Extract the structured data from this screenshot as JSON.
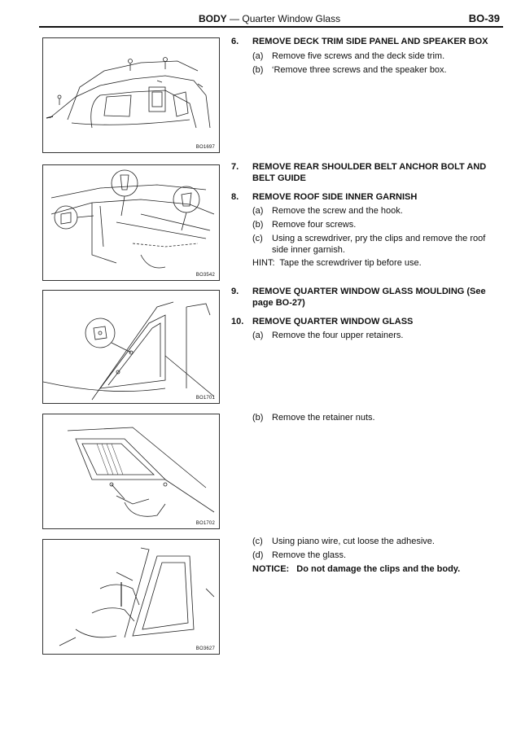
{
  "header": {
    "section": "BODY",
    "separator": "—",
    "subject": "Quarter Window Glass",
    "page": "BO-39"
  },
  "figures": [
    {
      "code": "BO1697"
    },
    {
      "code": "BO3542"
    },
    {
      "code": "BO1701"
    },
    {
      "code": "BO1702"
    },
    {
      "code": "BO3627"
    }
  ],
  "steps": [
    {
      "number": "6.",
      "title": "REMOVE DECK TRIM SIDE PANEL AND SPEAKER BOX",
      "items": [
        {
          "label": "(a)",
          "text": "Remove five screws and the deck side trim."
        },
        {
          "label": "(b)",
          "text": "‘Remove three screws and the speaker box."
        }
      ]
    },
    {
      "number": "7.",
      "title": "REMOVE REAR SHOULDER BELT ANCHOR BOLT AND BELT GUIDE"
    },
    {
      "number": "8.",
      "title": "REMOVE ROOF SIDE INNER GARNISH",
      "items": [
        {
          "label": "(a)",
          "text": "Remove the screw and the hook."
        },
        {
          "label": "(b)",
          "text": "Remove four screws."
        },
        {
          "label": "(c)",
          "text": "Using a screwdriver, pry the clips and remove the roof side inner garnish."
        }
      ],
      "hint": {
        "label": "HINT:",
        "text": "Tape the screwdriver tip before use."
      }
    },
    {
      "number": "9.",
      "title": "REMOVE QUARTER WINDOW GLASS MOULDING (See page BO-27)"
    },
    {
      "number": "10.",
      "title": "REMOVE QUARTER WINDOW GLASS",
      "items": [
        {
          "label": "(a)",
          "text": "Remove the four upper retainers."
        },
        {
          "label": "(b)",
          "text": "Remove the retainer nuts."
        },
        {
          "label": "(c)",
          "text": "Using piano wire, cut loose the adhesive."
        },
        {
          "label": "(d)",
          "text": "Remove the glass."
        }
      ],
      "notice": {
        "label": "NOTICE:",
        "text": "Do not damage the clips and the body."
      }
    }
  ]
}
